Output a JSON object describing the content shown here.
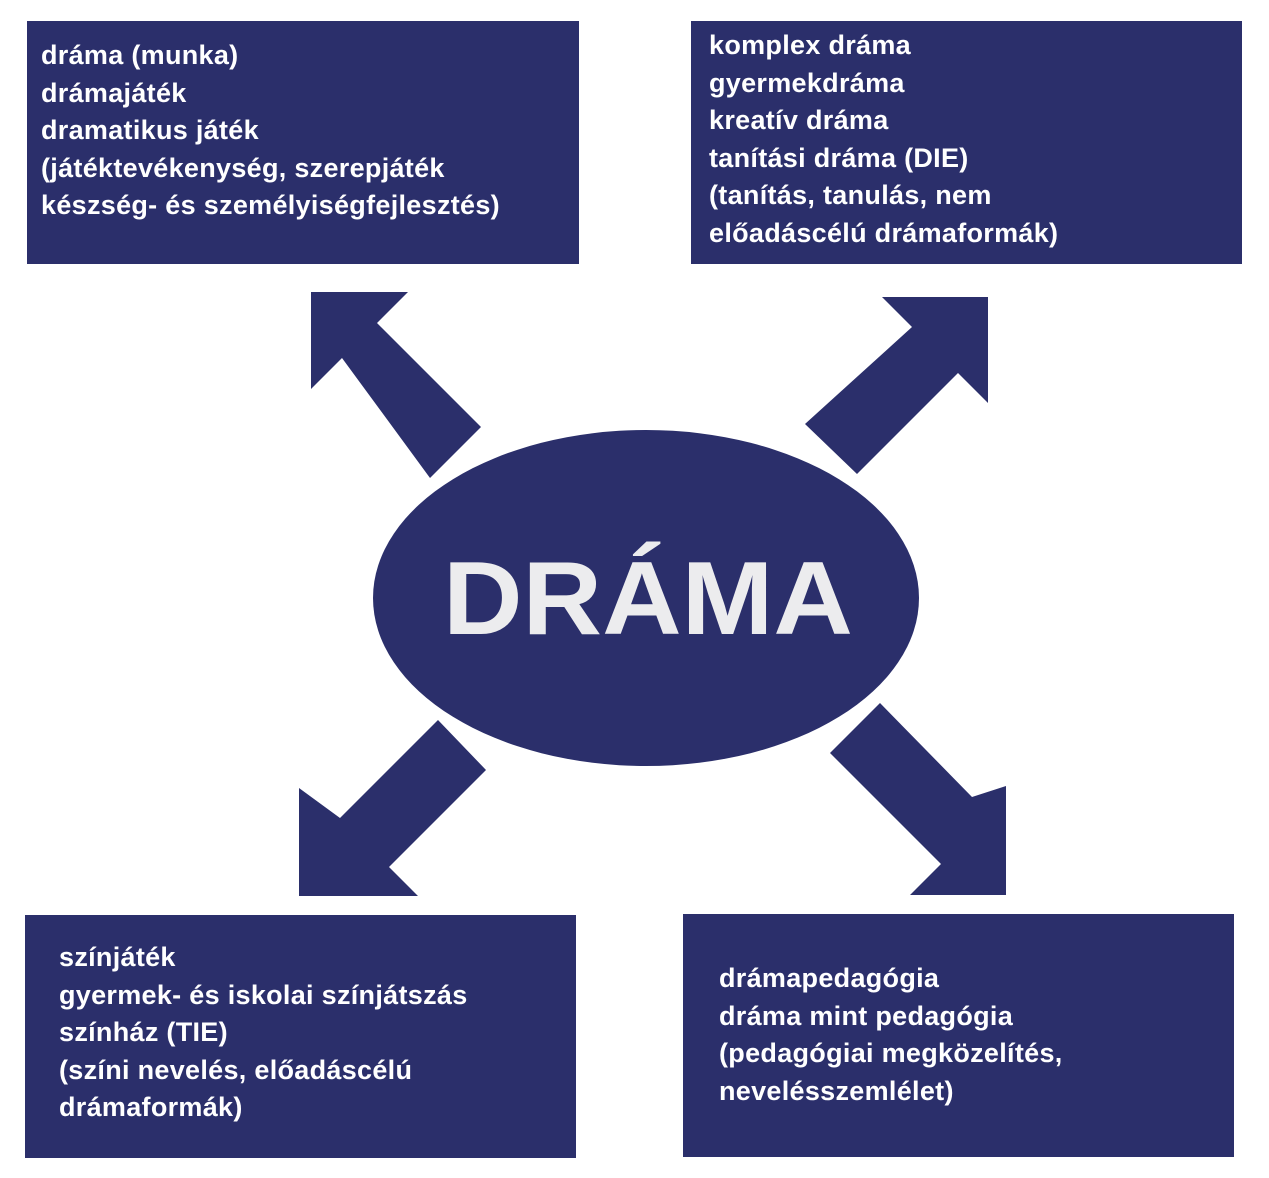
{
  "center": {
    "label": "DRÁMA"
  },
  "boxes": {
    "top_left": {
      "lines": [
        "dráma (munka)",
        "drámajáték",
        "dramatikus játék",
        "(játéktevékenység, szerepjáték",
        "készség- és személyiségfejlesztés)"
      ]
    },
    "top_right": {
      "lines": [
        "komplex dráma",
        "gyermekdráma",
        "kreatív dráma",
        "tanítási dráma (DIE)",
        "(tanítás, tanulás, nem",
        "előadáscélú drámaformák)"
      ]
    },
    "bottom_left": {
      "lines": [
        "színjáték",
        "gyermek- és iskolai színjátszás",
        "színház (TIE)",
        "(színi nevelés, előadáscélú",
        "drámaformák)"
      ]
    },
    "bottom_right": {
      "lines": [
        "drámapedagógia",
        "dráma mint pedagógia",
        "(pedagógiai megközelítés,",
        "nevelésszemlélet)"
      ]
    }
  },
  "colors": {
    "navy": "#2b2f6b",
    "center_text": "#ececee",
    "box_text": "#ffffff",
    "background": "#ffffff"
  }
}
